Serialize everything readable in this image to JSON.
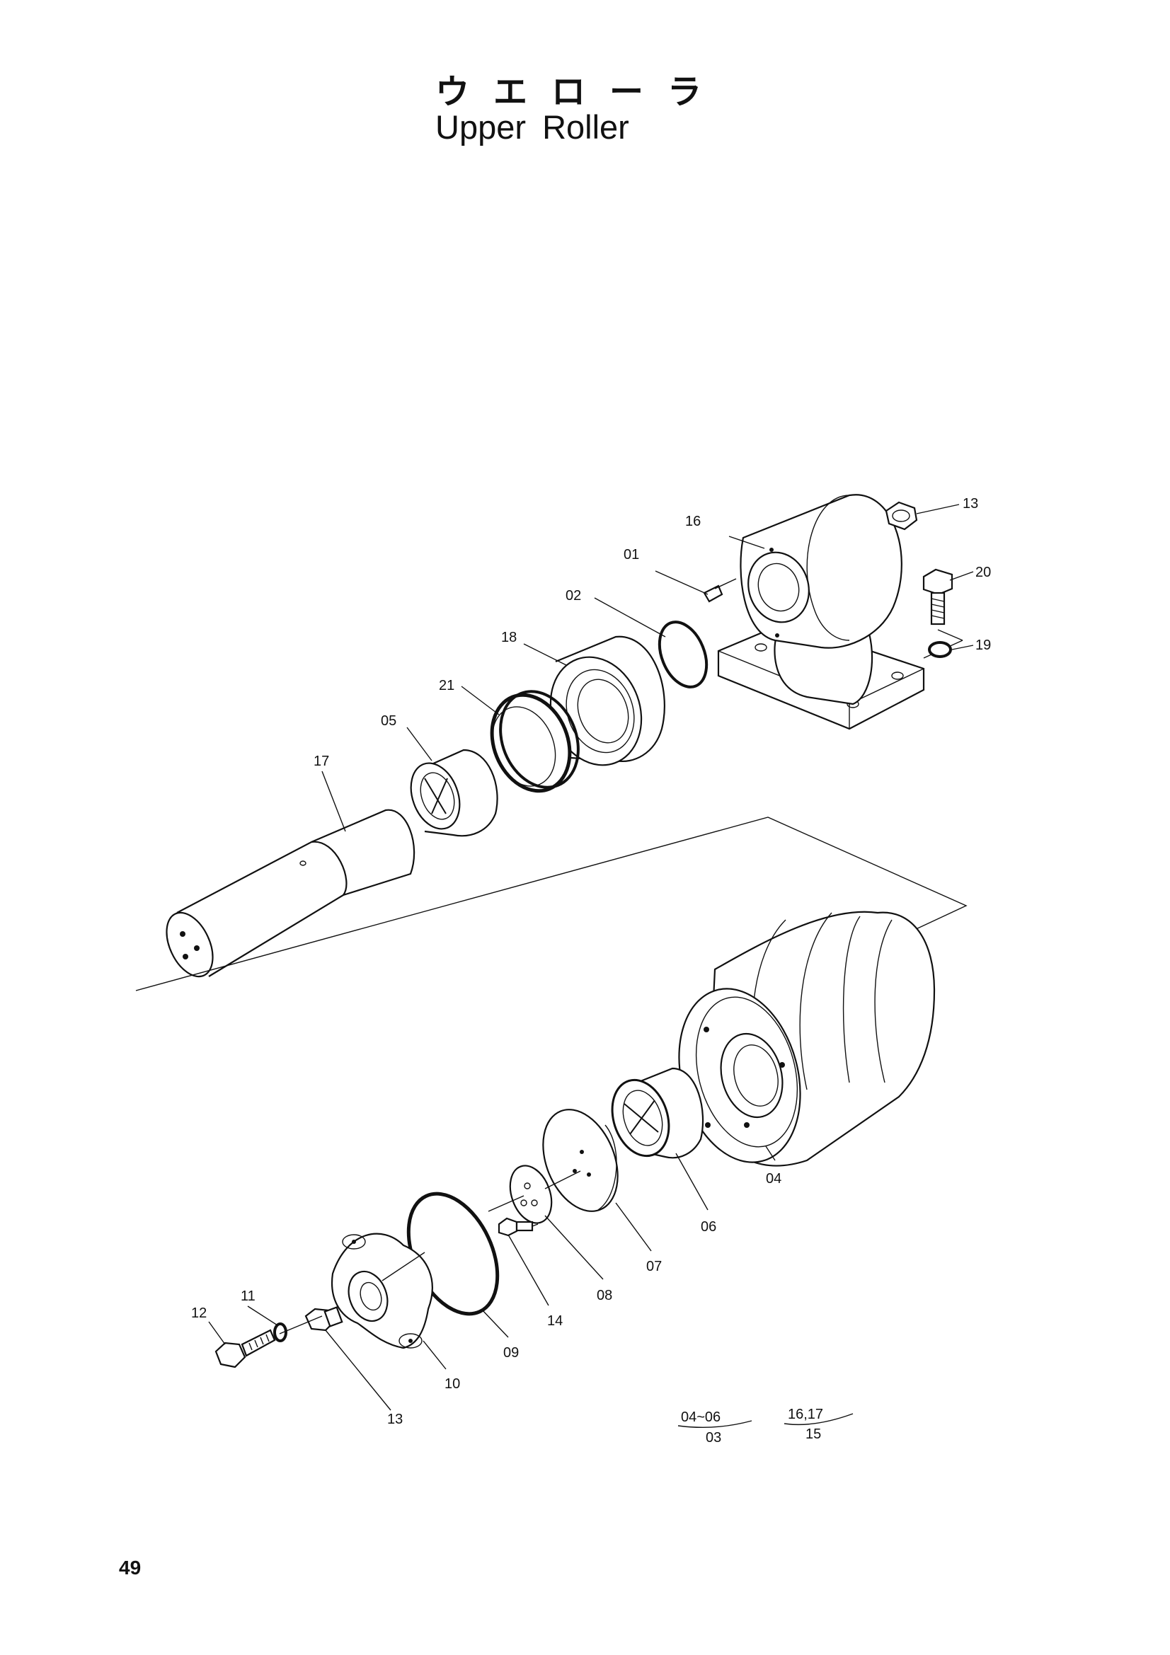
{
  "title": {
    "japanese": "ウエローラ",
    "english": "Upper Roller"
  },
  "page_number": "49",
  "parts": [
    {
      "id": "p01",
      "label": "01"
    },
    {
      "id": "p02",
      "label": "02"
    },
    {
      "id": "p04",
      "label": "04"
    },
    {
      "id": "p05",
      "label": "05"
    },
    {
      "id": "p06",
      "label": "06"
    },
    {
      "id": "p07",
      "label": "07"
    },
    {
      "id": "p08",
      "label": "08"
    },
    {
      "id": "p09",
      "label": "09"
    },
    {
      "id": "p10",
      "label": "10"
    },
    {
      "id": "p11",
      "label": "11"
    },
    {
      "id": "p12",
      "label": "12"
    },
    {
      "id": "p13a",
      "label": "13"
    },
    {
      "id": "p13b",
      "label": "13"
    },
    {
      "id": "p14",
      "label": "14"
    },
    {
      "id": "p16",
      "label": "16"
    },
    {
      "id": "p17",
      "label": "17"
    },
    {
      "id": "p18",
      "label": "18"
    },
    {
      "id": "p19",
      "label": "19"
    },
    {
      "id": "p20",
      "label": "20"
    },
    {
      "id": "p21",
      "label": "21"
    }
  ],
  "assembly_notes": [
    {
      "top": "04~06",
      "bottom": "03"
    },
    {
      "top": "16,17",
      "bottom": "15"
    }
  ]
}
